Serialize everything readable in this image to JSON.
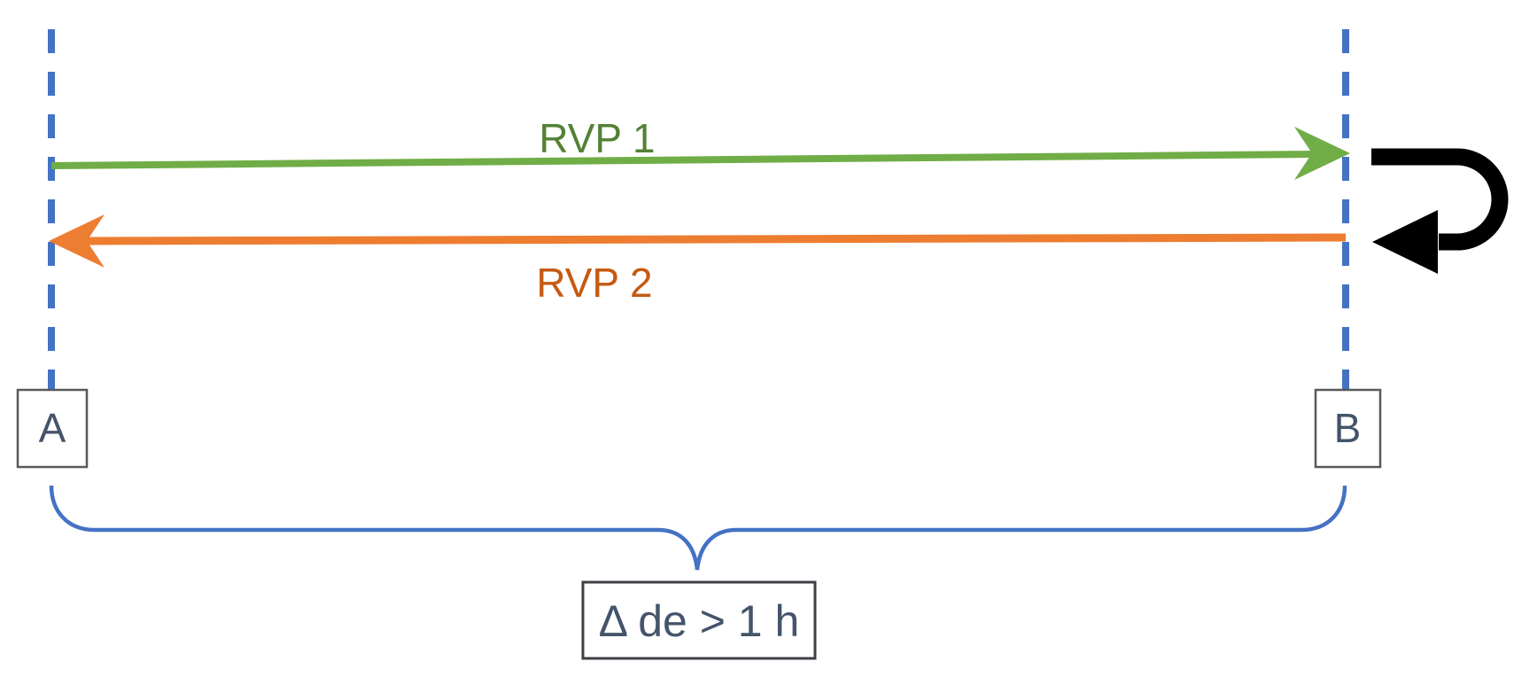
{
  "diagram": {
    "description": "Round-trip diagram between points A and B with turnaround at B and minimum layover duration",
    "labels": {
      "rvp1": "RVP 1",
      "rvp2": "RVP 2",
      "point_a": "A",
      "point_b": "B",
      "duration": "Δ de > 1 h"
    },
    "colors": {
      "timeline_blue": "#4472C4",
      "brace_blue": "#4472C4",
      "rvp1_green": "#70AD47",
      "rvp1_text_green": "#538135",
      "rvp2_orange": "#ED7D31",
      "rvp2_text_orange": "#C55A11",
      "uturn_black": "#000000",
      "dark_text": "#44546A",
      "node_border": "#595959",
      "delta_border": "#3F3F46"
    }
  }
}
